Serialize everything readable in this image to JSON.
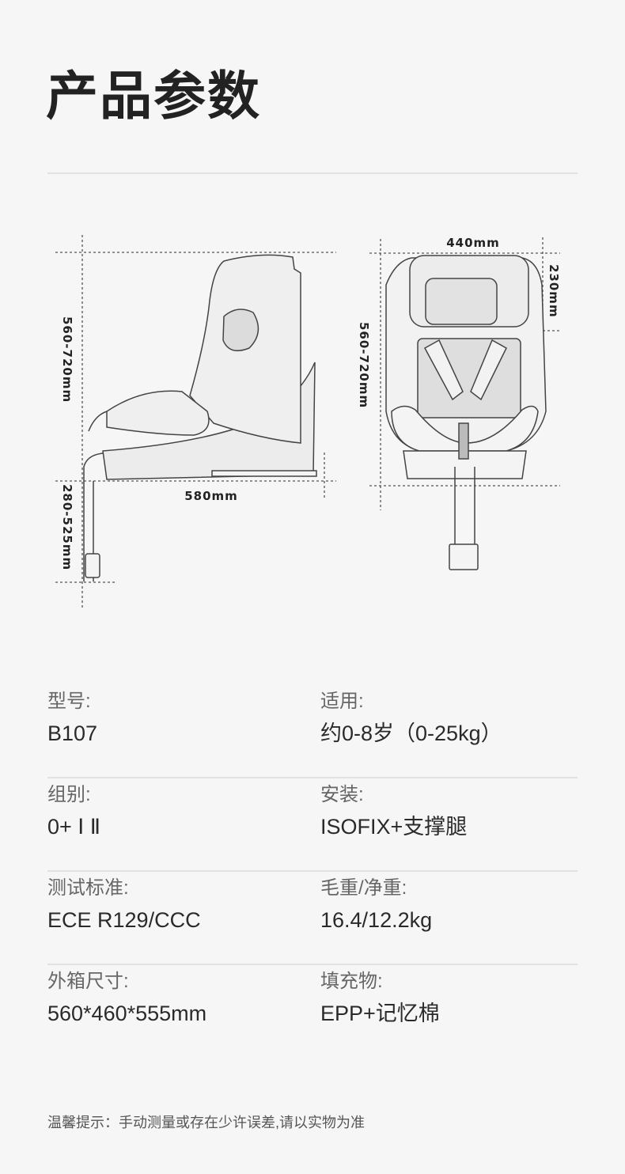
{
  "title": "产品参数",
  "diagram": {
    "side_height": "560-720mm",
    "side_depth": "580mm",
    "leg_length": "280-525mm",
    "front_width": "440mm",
    "front_height": "560-720mm",
    "headrest_height": "230mm"
  },
  "specs": [
    {
      "left": {
        "label": "型号:",
        "value": "B107"
      },
      "right": {
        "label": "适用:",
        "value": "约0-8岁（0-25kg）"
      }
    },
    {
      "left": {
        "label": "组别:",
        "value": "0+ Ⅰ Ⅱ"
      },
      "right": {
        "label": "安装:",
        "value": "ISOFIX+支撑腿"
      }
    },
    {
      "left": {
        "label": "测试标准:",
        "value": "ECE R129/CCC"
      },
      "right": {
        "label": "毛重/净重:",
        "value": "16.4/12.2kg"
      }
    },
    {
      "left": {
        "label": "外箱尺寸:",
        "value": "560*460*555mm"
      },
      "right": {
        "label": "填充物:",
        "value": "EPP+记忆棉"
      }
    }
  ],
  "note": "温馨提示：手动测量或存在少许误差,请以实物为准"
}
